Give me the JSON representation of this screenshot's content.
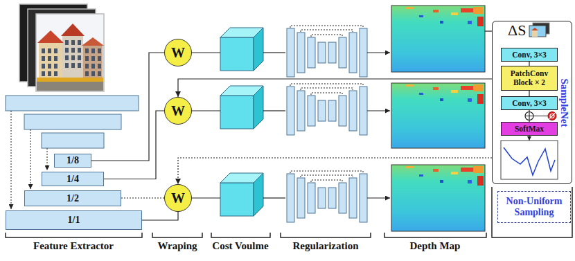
{
  "diagram": {
    "nodes": [
      {
        "text": [
          "ΔS",
          "SampleNet"
        ]
      },
      {
        "text": [
          "Conv, 3×3"
        ],
        "in": 0
      },
      {
        "text": [
          "PatchConv Block × 2"
        ],
        "in": 0
      },
      {
        "text": [
          "Conv, 3×3"
        ],
        "in": 0
      },
      {
        "text": [
          "SoftMax"
        ],
        "in": 0
      },
      {
        "text": [
          "Non-Uniform Sampling"
        ]
      },
      {
        "text": [
          "1/8"
        ]
      },
      {
        "text": [
          "1/4"
        ]
      },
      {
        "text": [
          "1/2"
        ]
      },
      {
        "text": [
          "1/1"
        ]
      },
      {
        "text": [
          "W"
        ]
      },
      {
        "text": [
          "W"
        ]
      },
      {
        "text": [
          "W"
        ]
      }
    ],
    "edges": [
      {
        "from": 6,
        "to": 10,
        "arrow": "none"
      },
      {
        "from": 7,
        "to": 11,
        "arrow": "none"
      },
      {
        "from": 8,
        "to": 12,
        "arrow": "none"
      },
      {
        "from": 9,
        "to": 12,
        "arrow": "none"
      },
      {
        "from": 0,
        "to": 11,
        "arrow": "to"
      },
      {
        "from": 0,
        "to": 12,
        "arrow": "to"
      },
      {
        "from": 1,
        "to": 2,
        "arrow": "none"
      },
      {
        "from": 2,
        "to": 3,
        "arrow": "none"
      },
      {
        "from": 3,
        "to": 4,
        "arrow": "none"
      }
    ],
    "labels": [
      "Feature Extractor",
      "Wraping",
      "Cost Voulme",
      "Regularization",
      "Depth Map"
    ]
  }
}
